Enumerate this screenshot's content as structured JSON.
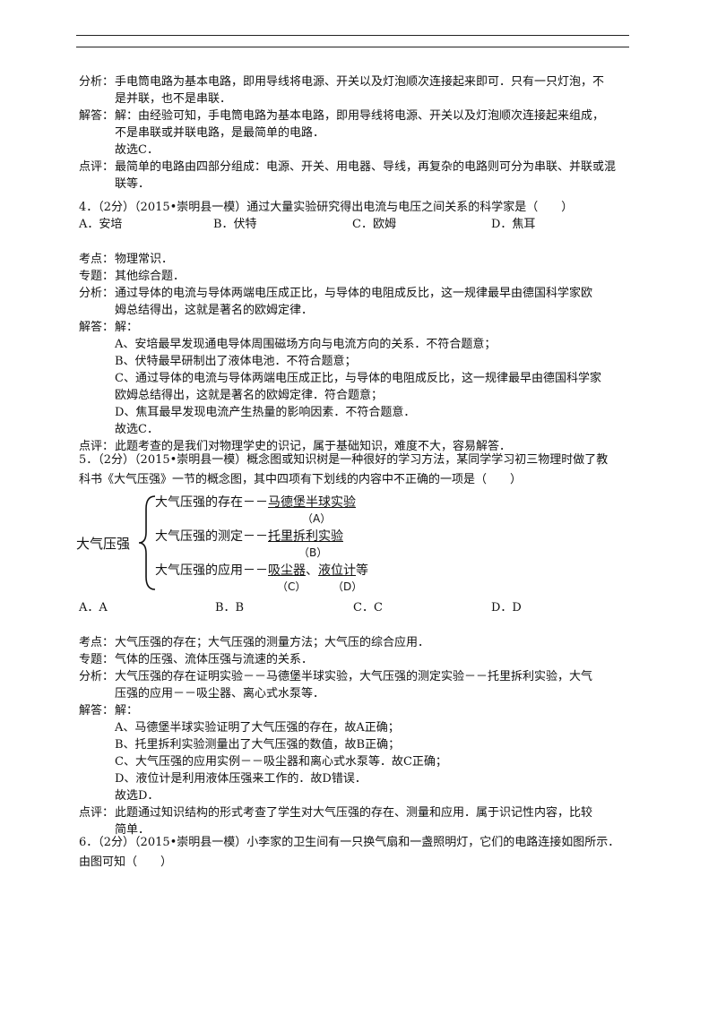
{
  "header_rules": 2,
  "q3": {
    "analysis": [
      "分析：",
      "手电筒电路为基本电路，即用导线将电源、开关以及灯泡顺次连接起来即可．只有一只灯泡，不",
      "是并联，也不是串联．"
    ],
    "answer": [
      "解答：",
      "解：由经验可知，手电筒电路为基本电路，即用导线将电源、开关以及灯泡顺次连接起来组成，",
      "不是串联或并联电路，是最简单的电路．",
      "故选C．"
    ],
    "comment": [
      "点评：",
      "最简单的电路由四部分组成：电源、开关、用电器、导线，再复杂的电路则可分为串联、并联或混",
      "联等．"
    ]
  },
  "q4": {
    "stem": "4．（2分）（2015•崇明县一模）通过大量实验研究得出电流与电压之间关系的科学家是（　　）",
    "options": [
      "A．安培",
      "B．伏特",
      "C．欧姆",
      "D．焦耳"
    ],
    "kaodian": [
      "考点：",
      "物理常识．"
    ],
    "zhuanti": [
      "专题：",
      "其他综合题．"
    ],
    "analysis": [
      "分析：",
      "通过导体的电流与导体两端电压成正比，与导体的电阻成反比，这一规律最早由德国科学家欧",
      "姆总结得出，这就是著名的欧姆定律．"
    ],
    "answer": [
      "解答：",
      "解：",
      "A、安培最早发现通电导体周围磁场方向与电流方向的关系．不符合题意；",
      "B、伏特最早研制出了液体电池．不符合题意；",
      "C、通过导体的电流与导体两端电压成正比，与导体的电阻成反比，这一规律最早由德国科学家",
      "欧姆总结得出，这就是著名的欧姆定律．符合题意；",
      "D、焦耳最早发现电流产生热量的影响因素．不符合题意．",
      "故选C．"
    ],
    "comment": [
      "点评：",
      "此题考查的是我们对物理学史的识记，属于基础知识，难度不大，容易解答．"
    ]
  },
  "q5": {
    "stem1": "5．（2分）（2015•崇明县一模）概念图或知识树是一种很好的学习方法，某同学学习初三物理时做了教",
    "stem2": "科书《大气压强》一节的概念图，其中四项有下划线的内容中不正确的一项是（　　）",
    "diagram": {
      "root": "大气压强",
      "l1a": "大气压强的存在－－",
      "l1b": "马德堡半球实验",
      "l1s": "（A）",
      "l2a": "大气压强的测定－－",
      "l2b": "托里拆利实验",
      "l2s": "（B）",
      "l3a": "大气压强的应用－－",
      "l3b": "吸尘器",
      "l3c": "、",
      "l3d": "液位计",
      "l3e": "等",
      "l3s1": "（C）",
      "l3s2": "（D）"
    },
    "options": [
      "A．A",
      "B．B",
      "C．C",
      "D．D"
    ],
    "kaodian": [
      "考点：",
      "大气压强的存在；大气压强的测量方法；大气压的综合应用．"
    ],
    "zhuanti": [
      "专题：",
      "气体的压强、流体压强与流速的关系．"
    ],
    "analysis": [
      "分析：",
      "大气压强的存在证明实验－－马德堡半球实验，大气压强的测定实验－－托里拆利实验，大气",
      "压强的应用－－吸尘器、离心式水泵等．"
    ],
    "answer": [
      "解答：",
      "解：",
      "A、马德堡半球实验证明了大气压强的存在，故A正确；",
      "B、托里拆利实验测量出了大气压强的数值，故B正确；",
      "C、大气压强的应用实例－－吸尘器和离心式水泵等．故C正确；",
      "D、液位计是利用液体压强来工作的．故D错误．",
      "故选D．"
    ],
    "comment": [
      "点评：",
      "此题通过知识结构的形式考查了学生对大气压强的存在、测量和应用．属于识记性内容，比较",
      "简单．"
    ]
  },
  "q6": {
    "stem1": "6．（2分）（2015•崇明县一模）小李家的卫生间有一只换气扇和一盏照明灯，它们的电路连接如图所示．",
    "stem2": "由图可知（　　）"
  }
}
